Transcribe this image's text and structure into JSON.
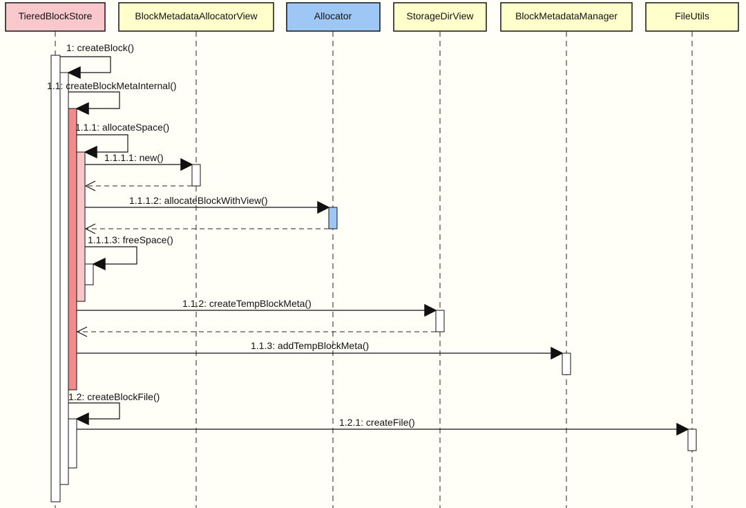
{
  "participants": [
    {
      "id": "p1",
      "label": "TieredBlockStore",
      "color": "#f9c8cc"
    },
    {
      "id": "p2",
      "label": "BlockMetadataAllocatorView",
      "color": "#ffffcc"
    },
    {
      "id": "p3",
      "label": "Allocator",
      "color": "#9fc7f5"
    },
    {
      "id": "p4",
      "label": "StorageDirView",
      "color": "#ffffcc"
    },
    {
      "id": "p5",
      "label": "BlockMetadataManager",
      "color": "#ffffcc"
    },
    {
      "id": "p6",
      "label": "FileUtils",
      "color": "#ffffcc"
    }
  ],
  "messages": [
    {
      "id": "m1",
      "label": "1: createBlock()",
      "from": "p1",
      "to": "p1"
    },
    {
      "id": "m2",
      "label": "1.1: createBlockMetaInternal()",
      "from": "p1",
      "to": "p1"
    },
    {
      "id": "m3",
      "label": "1.1.1: allocateSpace()",
      "from": "p1",
      "to": "p1"
    },
    {
      "id": "m4",
      "label": "1.1.1.1: new()",
      "from": "p1",
      "to": "p2"
    },
    {
      "id": "m5",
      "label": "1.1.1.2: allocateBlockWithView()",
      "from": "p1",
      "to": "p3"
    },
    {
      "id": "m6",
      "label": "1.1.1.3: freeSpace()",
      "from": "p1",
      "to": "p1"
    },
    {
      "id": "m7",
      "label": "1.1.2: createTempBlockMeta()",
      "from": "p1",
      "to": "p4"
    },
    {
      "id": "m8",
      "label": "1.1.3: addTempBlockMeta()",
      "from": "p1",
      "to": "p5"
    },
    {
      "id": "m9",
      "label": "1.2: createBlockFile()",
      "from": "p1",
      "to": "p1"
    },
    {
      "id": "m10",
      "label": "1.2.1: createFile()",
      "from": "p1",
      "to": "p6"
    }
  ],
  "colors": {
    "activation_default": "#ffffff",
    "activation_internal": "#f28b8b",
    "activation_allocate": "#f7c6c8",
    "activation_allocator": "#9fc7f5",
    "line": "#111111"
  }
}
